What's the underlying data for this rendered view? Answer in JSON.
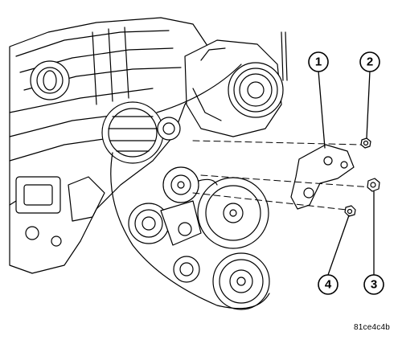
{
  "figure": {
    "image_code": "81ce4c4b"
  },
  "callouts": [
    {
      "number": "1",
      "part": "bracket"
    },
    {
      "number": "2",
      "part": "nut"
    },
    {
      "number": "3",
      "part": "bolt"
    },
    {
      "number": "4",
      "part": "nut"
    }
  ]
}
